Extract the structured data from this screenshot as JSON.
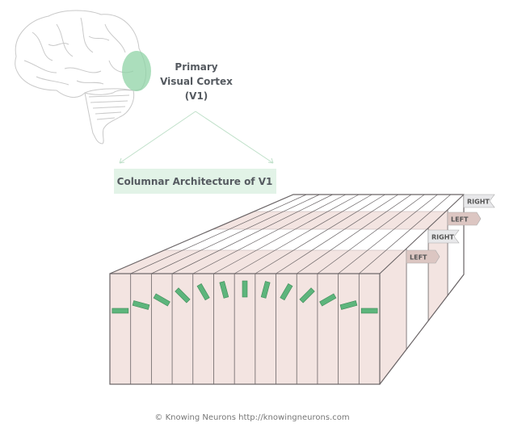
{
  "region_label": {
    "line1": "Primary",
    "line2": "Visual Cortex",
    "line3": "(V1)"
  },
  "architecture_title": "Columnar Architecture of V1",
  "layers": [
    {
      "label": "RIGHT",
      "color": "#ffffff",
      "tag_color": "#e8e8ea"
    },
    {
      "label": "LEFT",
      "color": "#f3e4e1",
      "tag_color": "#dcc6c2"
    },
    {
      "label": "RIGHT",
      "color": "#ffffff",
      "tag_color": "#e8e8ea"
    },
    {
      "label": "LEFT",
      "color": "#f3e4e1",
      "tag_color": "#dcc6c2"
    }
  ],
  "columns": {
    "count": 13,
    "orientations_deg": [
      0,
      15,
      30,
      45,
      60,
      75,
      90,
      105,
      120,
      135,
      150,
      165,
      180
    ]
  },
  "colors": {
    "v1_green": "#8fd3a5",
    "bar_green": "#5db57c",
    "box_green": "#e2f3e7",
    "column_fill": "#f3e4e1",
    "line": "#6a6466"
  },
  "footer": "© Knowing Neurons http://knowingneurons.com"
}
